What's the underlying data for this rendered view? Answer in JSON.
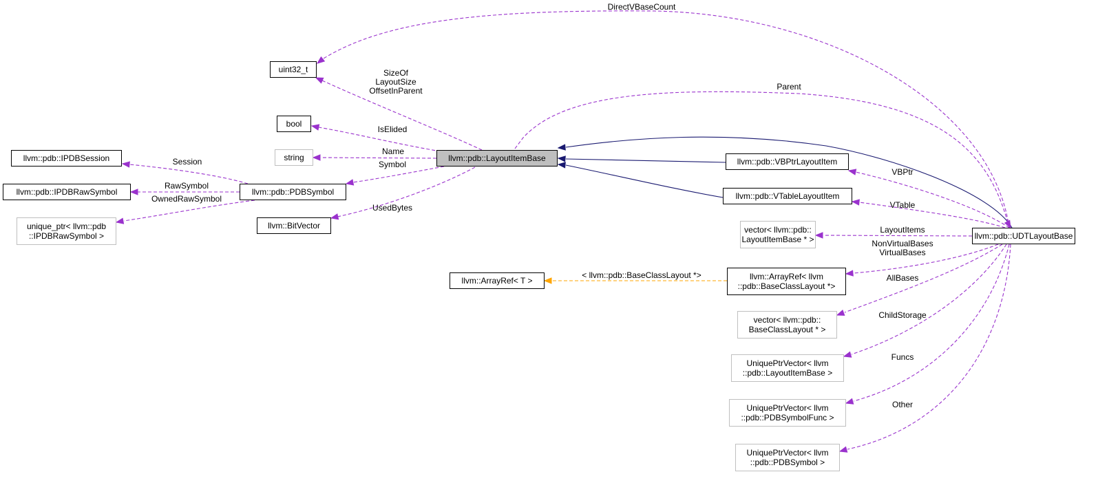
{
  "colors": {
    "inheritance_edge": "#191970",
    "usage_edge": "#9a32cd",
    "template_edge": "#ffa500",
    "focus_fill": "#bfbfbf",
    "faint_border": "#bfbfbf",
    "node_border": "#000000"
  },
  "nodes": {
    "uint32": {
      "lines": [
        "uint32_t"
      ]
    },
    "bool": {
      "lines": [
        "bool"
      ]
    },
    "string": {
      "lines": [
        "string"
      ]
    },
    "ipdbsession": {
      "lines": [
        "llvm::pdb::IPDBSession"
      ]
    },
    "ipdbrawsymbol": {
      "lines": [
        "llvm::pdb::IPDBRawSymbol"
      ]
    },
    "unique_ptr": {
      "lines": [
        "unique_ptr< llvm::pdb",
        "::IPDBRawSymbol >"
      ]
    },
    "pdbsymbol": {
      "lines": [
        "llvm::pdb::PDBSymbol"
      ]
    },
    "bitvector": {
      "lines": [
        "llvm::BitVector"
      ]
    },
    "layoutitembase": {
      "lines": [
        "llvm::pdb::LayoutItemBase"
      ]
    },
    "arrayref_t": {
      "lines": [
        "llvm::ArrayRef< T >"
      ]
    },
    "vbptr": {
      "lines": [
        "llvm::pdb::VBPtrLayoutItem"
      ]
    },
    "vtable": {
      "lines": [
        "llvm::pdb::VTableLayoutItem"
      ]
    },
    "vector_lib": {
      "lines": [
        "vector< llvm::pdb::",
        "LayoutItemBase * >"
      ]
    },
    "arrayref_bcl": {
      "lines": [
        "llvm::ArrayRef< llvm",
        "::pdb::BaseClassLayout *>"
      ]
    },
    "vector_bcl": {
      "lines": [
        "vector< llvm::pdb::",
        "BaseClassLayout * >"
      ]
    },
    "upv_lib": {
      "lines": [
        "UniquePtrVector< llvm",
        "::pdb::LayoutItemBase >"
      ]
    },
    "upv_psf": {
      "lines": [
        "UniquePtrVector< llvm",
        "::pdb::PDBSymbolFunc >"
      ]
    },
    "upv_ps": {
      "lines": [
        "UniquePtrVector< llvm",
        "::pdb::PDBSymbol >"
      ]
    },
    "udt": {
      "lines": [
        "llvm::pdb::UDTLayoutBase"
      ]
    }
  },
  "edge_labels": {
    "directvbasecount": [
      "DirectVBaseCount"
    ],
    "sizeof": [
      "SizeOf",
      "LayoutSize",
      "OffsetInParent"
    ],
    "parent": [
      "Parent"
    ],
    "iselided": [
      "IsElided"
    ],
    "name": [
      "Name"
    ],
    "session": [
      "Session"
    ],
    "symbol": [
      "Symbol"
    ],
    "rawsymbol": [
      "RawSymbol"
    ],
    "ownedrawsymbol": [
      "OwnedRawSymbol"
    ],
    "usedbytes": [
      "UsedBytes"
    ],
    "vbptr": [
      "VBPtr"
    ],
    "vtable": [
      "VTable"
    ],
    "layoutitems": [
      "LayoutItems"
    ],
    "bases": [
      "NonVirtualBases",
      "VirtualBases"
    ],
    "template": [
      "< llvm::pdb::BaseClassLayout *>"
    ],
    "allbases": [
      "AllBases"
    ],
    "childstorage": [
      "ChildStorage"
    ],
    "funcs": [
      "Funcs"
    ],
    "other": [
      "Other"
    ]
  }
}
